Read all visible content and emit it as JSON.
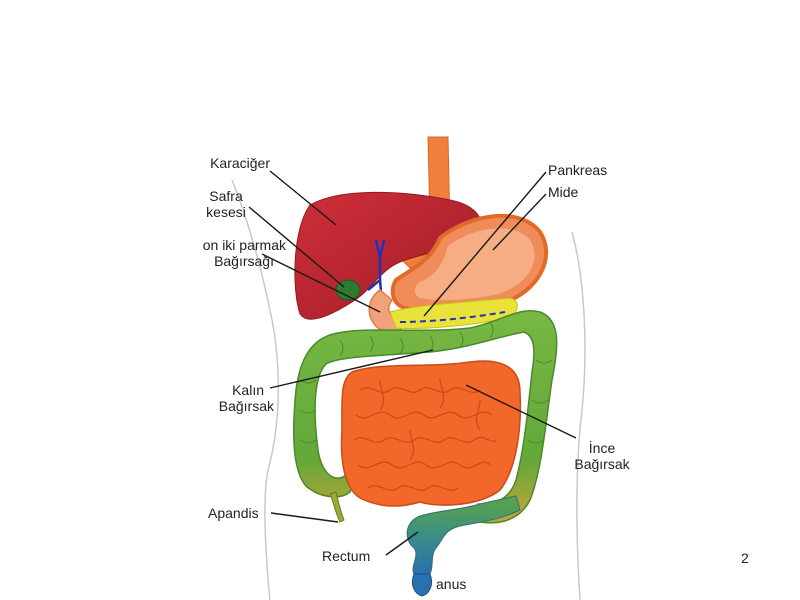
{
  "labels": {
    "liver": "Karaciğer",
    "gallbladder_1": "Safra",
    "gallbladder_2": "kesesi",
    "duodenum_1": "on iki parmak",
    "duodenum_2": "Bağırsağı",
    "pancreas": "Pankreas",
    "stomach": "Mide",
    "large_intestine_1": "Kalın",
    "large_intestine_2": "Bağırsak",
    "small_intestine_1": "İnce",
    "small_intestine_2": "Bağırsak",
    "appendix": "Apandis",
    "rectum": "Rectum",
    "anus": "anus"
  },
  "slide_number": "2",
  "colors": {
    "liver": "#c0232e",
    "liver_dark": "#8e1a22",
    "stomach": "#f08c5a",
    "stomach_inner": "#f7ad84",
    "esophagus": "#ef7f3a",
    "pancreas": "#e9e23a",
    "gallbladder": "#2f7a2f",
    "bile_duct": "#2231b8",
    "colon": "#6aae3c",
    "colon_dark": "#4a8a2a",
    "small_intestine": "#f2672a",
    "small_intestine_dark": "#c94b17",
    "rectum": "#3a8c8a",
    "anus": "#2a6fb0",
    "body_outline": "#c8c8c8",
    "leader_line": "#1a1a1a"
  }
}
